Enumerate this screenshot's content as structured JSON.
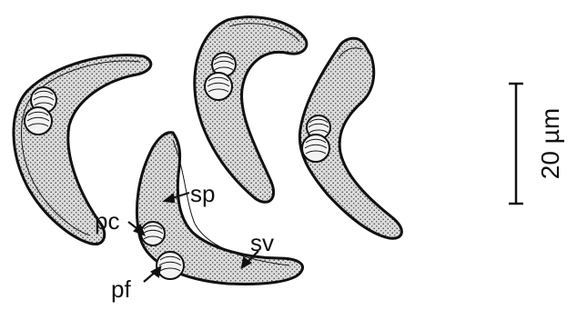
{
  "labels": {
    "sp": "sp",
    "pc": "pc",
    "sv": "sv",
    "pf": "pf"
  },
  "scale_bar": {
    "text": "20 µm"
  },
  "colors": {
    "stroke": "#111111",
    "body_fill": "#d6d6d6",
    "nucleus_fill": "#f4f4f4",
    "background": "#ffffff"
  }
}
